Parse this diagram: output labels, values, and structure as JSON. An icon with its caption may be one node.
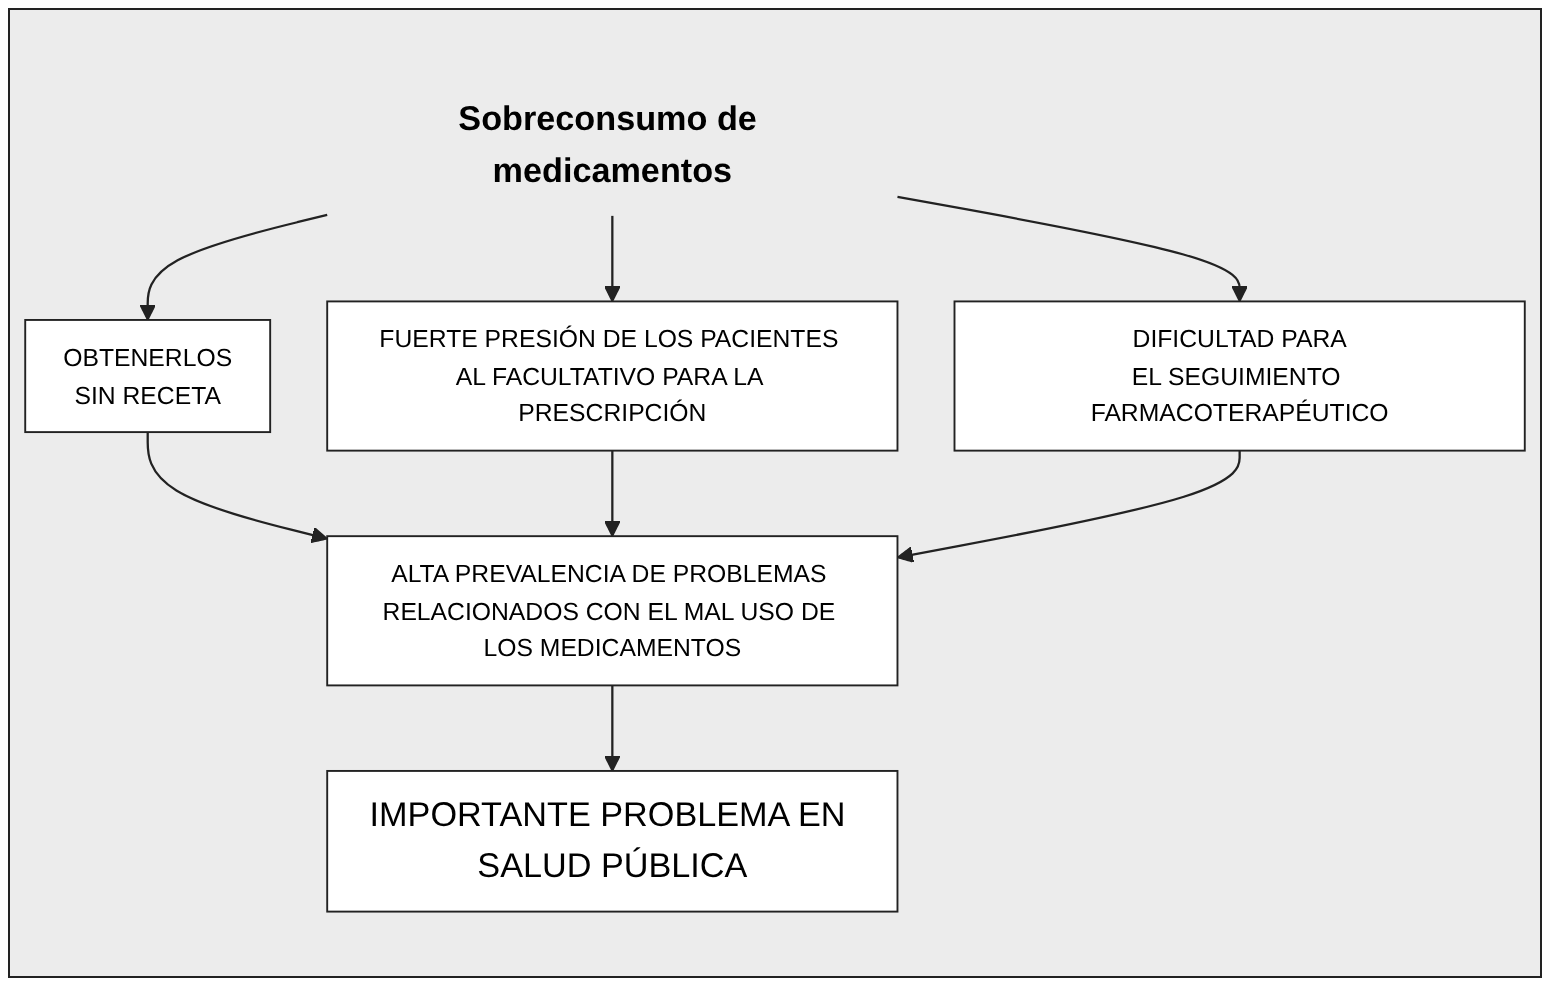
{
  "diagram": {
    "nodes": [
      {
        "text": [
          "Sobreconsumo de medicamentos"
        ]
      },
      {
        "text": [
          "OBTENERLOS",
          "SIN RECETA"
        ]
      },
      {
        "text": [
          "FUERTE PRESIÓN DE LOS PACIENTES AL FACULTATIVO PARA LA PRESCRIPCIÓN"
        ]
      },
      {
        "text": [
          "DIFICULTAD PARA",
          "EL SEGUIMIENTO FARMACOTERAPÉUTICO"
        ]
      },
      {
        "text": [
          "ALTA PREVALENCIA DE PROBLEMAS RELACIONADOS CON EL MAL USO DE LOS MEDICAMENTOS"
        ]
      },
      {
        "text": [
          "IMPORTANTE PROBLEMA EN SALUD PÚBLICA"
        ]
      }
    ],
    "edges": [
      {
        "from": 0,
        "to": 1,
        "arrow": "to"
      },
      {
        "from": 0,
        "to": 2,
        "arrow": "to"
      },
      {
        "from": 0,
        "to": 3,
        "arrow": "to"
      },
      {
        "from": 1,
        "to": 4,
        "arrow": "to"
      },
      {
        "from": 2,
        "to": 4,
        "arrow": "to"
      },
      {
        "from": 3,
        "to": 4,
        "arrow": "to"
      },
      {
        "from": 4,
        "to": 5,
        "arrow": "to"
      }
    ]
  }
}
